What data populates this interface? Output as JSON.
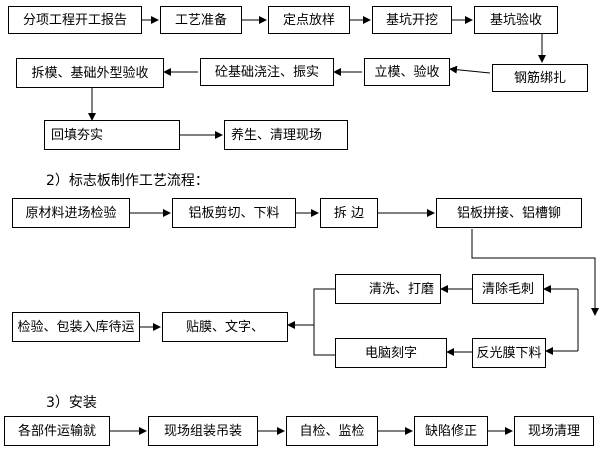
{
  "section1": {
    "steps": [
      "分项工程开工报告",
      "工艺准备",
      "定点放样",
      "基坑开挖",
      "基坑验收",
      "钢筋绑扎",
      "立模、验收",
      "砼基础浇注、振实",
      "拆模、基础外型验收",
      "回填夯实",
      "养生、清理现场"
    ]
  },
  "section2": {
    "heading": "2）标志板制作工艺流程：",
    "steps": [
      "原材料进场检验",
      "铝板剪切、下料",
      "拆  边",
      "铝板拼接、铝槽铆",
      "清洗、打磨",
      "清除毛刺",
      "检验、包装入库待运",
      "贴膜、文字、",
      "电脑刻字",
      "反光膜下料"
    ]
  },
  "section3": {
    "heading": "3）安装",
    "steps": [
      "各部件运输就",
      "现场组装吊装",
      "自检、监检",
      "缺陷修正",
      "现场清理"
    ]
  }
}
